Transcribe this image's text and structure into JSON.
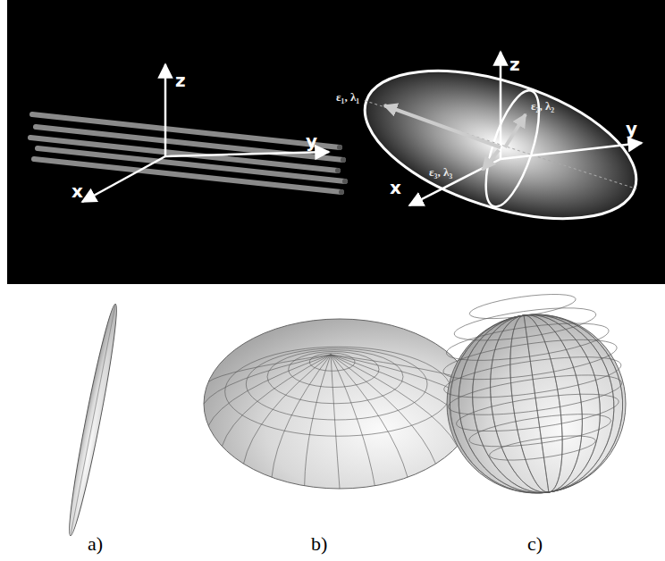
{
  "diagram": {
    "labels": [
      "z",
      "y",
      "x",
      "z",
      "y",
      "x",
      "ε₁, λ₁",
      "ε₂, λ₂",
      "ε₃, λ₃",
      "a)",
      "b)",
      "c)"
    ]
  }
}
